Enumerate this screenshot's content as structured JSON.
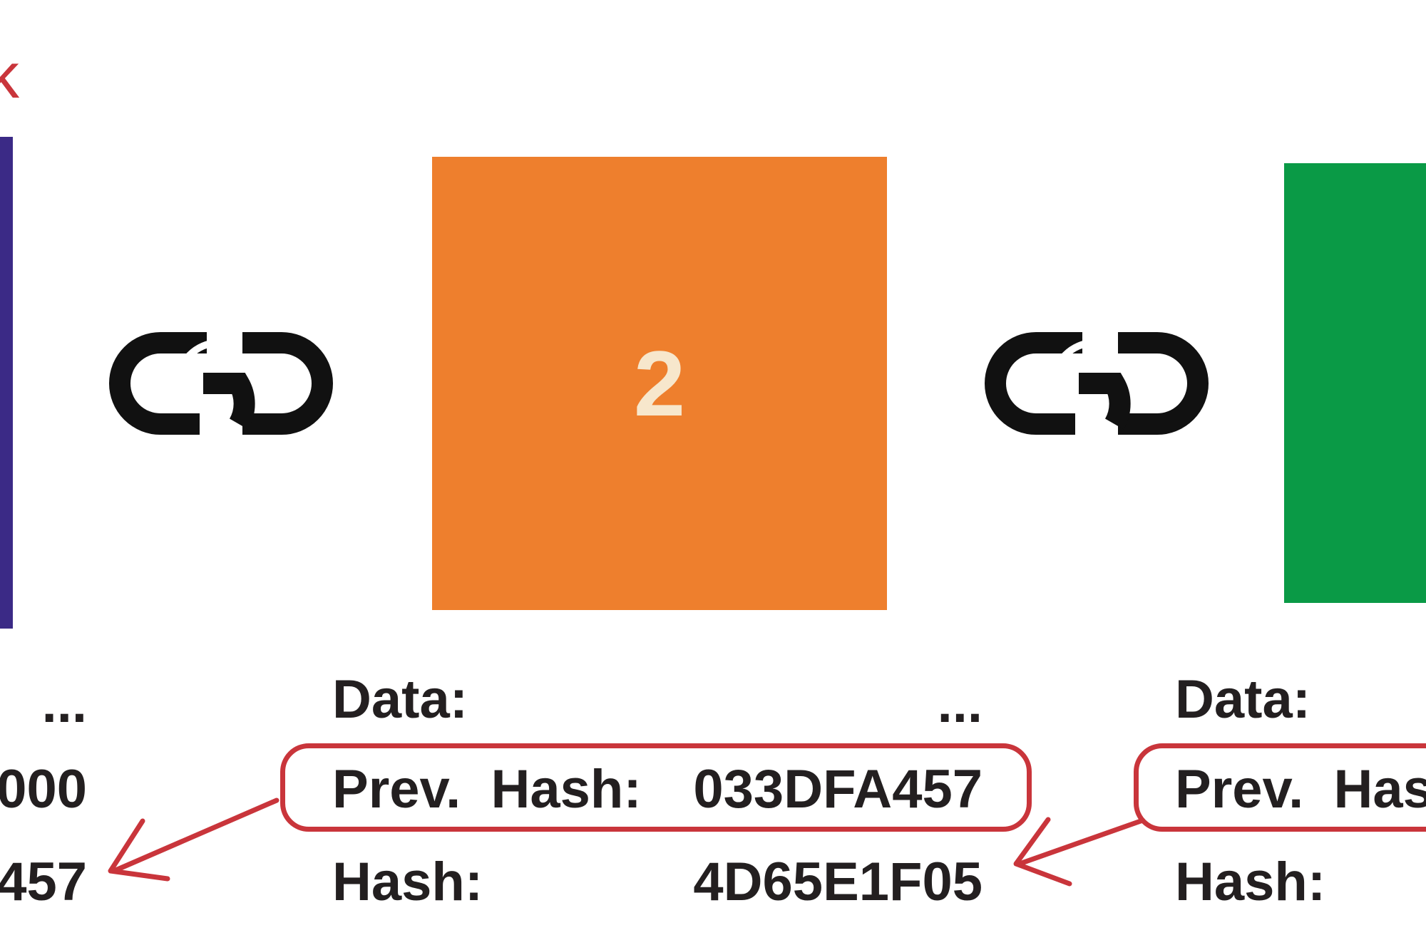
{
  "colors": {
    "block1": "#3b2a86",
    "block2": "#ee7f2d",
    "block3": "#0a9a46",
    "highlight": "#c9353b",
    "chain": "#111111"
  },
  "corner_label": "k",
  "blocks": [
    {
      "data_value": "...",
      "prev_hash_value": "000",
      "hash_value": "457"
    },
    {
      "number": "2",
      "data_label": "Data:",
      "data_value": "...",
      "prev_hash_label": "Prev.  Hash:",
      "prev_hash_value": "033DFA457",
      "hash_label": "Hash:",
      "hash_value": "4D65E1F05"
    },
    {
      "data_label": "Data:",
      "prev_hash_label": "Prev.  Has",
      "hash_label": "Hash:"
    }
  ],
  "icons": [
    "chain-link-icon",
    "chain-link-icon"
  ]
}
